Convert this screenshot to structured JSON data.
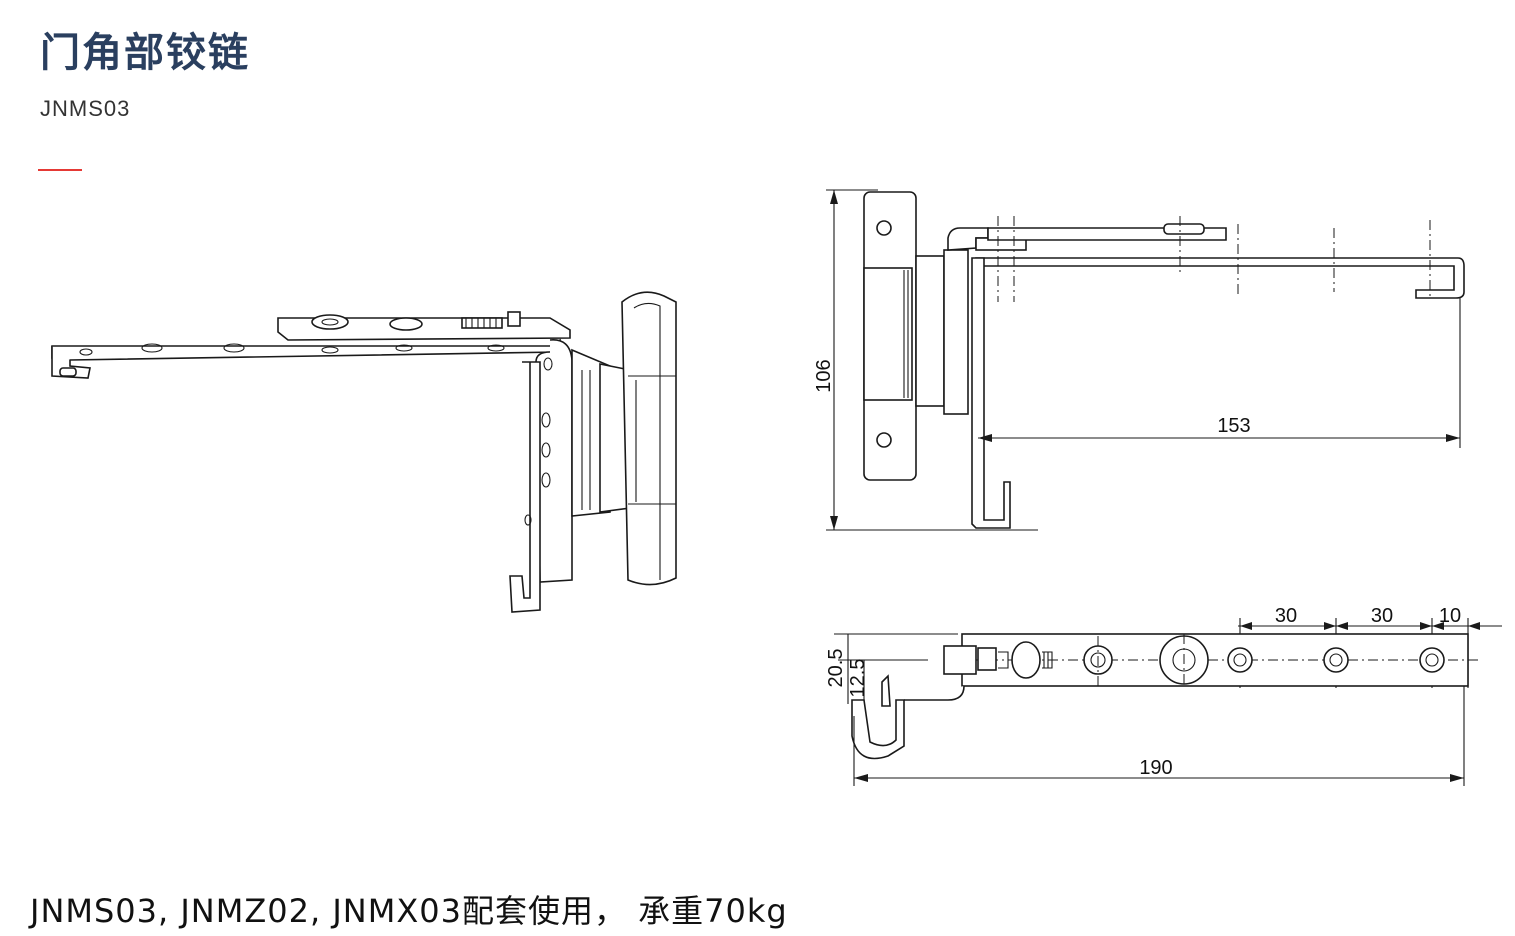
{
  "header": {
    "title": "门角部铰链",
    "model": "JNMS03",
    "accent_color": "#e53935",
    "title_color": "#2a3f5f"
  },
  "drawing": {
    "perspective_view": "hinge-isometric",
    "front_view": {
      "dim_height": "106",
      "dim_width": "153"
    },
    "top_view": {
      "dim_spacing_1": "30",
      "dim_spacing_2": "30",
      "dim_edge": "10",
      "dim_offset_a": "20.5",
      "dim_offset_b": "12.5",
      "dim_length": "190"
    }
  },
  "footer": {
    "caption": "JNMS03, JNMZ02, JNMX03配套使用， 承重70kg"
  }
}
